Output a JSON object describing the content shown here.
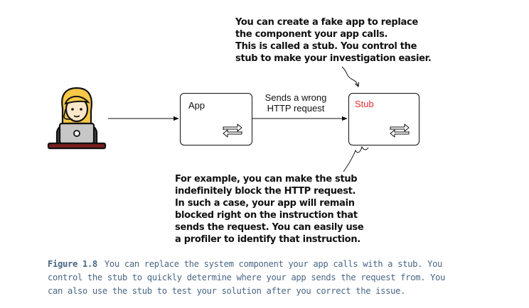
{
  "annotations": {
    "top": [
      "You can create a fake app to replace",
      "the component your app calls.",
      "This is called a stub. You control the",
      "stub to make your investigation easier."
    ],
    "bottom": [
      "For example, you can make the stub",
      "indefinitely block the HTTP request.",
      "In such a case, your app will remain",
      "blocked right on the instruction that",
      "sends the request. You can easily use",
      "a profiler to identify that instruction."
    ]
  },
  "boxes": {
    "app_label": "App",
    "stub_label": "Stub"
  },
  "edge_label": [
    "Sends a wrong",
    "HTTP request"
  ],
  "caption": {
    "figure_number": "Figure 1.8",
    "lines": [
      "You can replace the system component your app calls with a stub. You",
      "control the stub to quickly determine where your app sends the request from. You",
      "can also use the stub to test your solution after you correct the issue."
    ]
  },
  "colors": {
    "stub_label": "#e03030",
    "caption": "#4a6785",
    "hair": "#f7c748",
    "skin": "#fde7c9",
    "laptop": "#c7c7c7",
    "desk": "#7a1f1f"
  }
}
